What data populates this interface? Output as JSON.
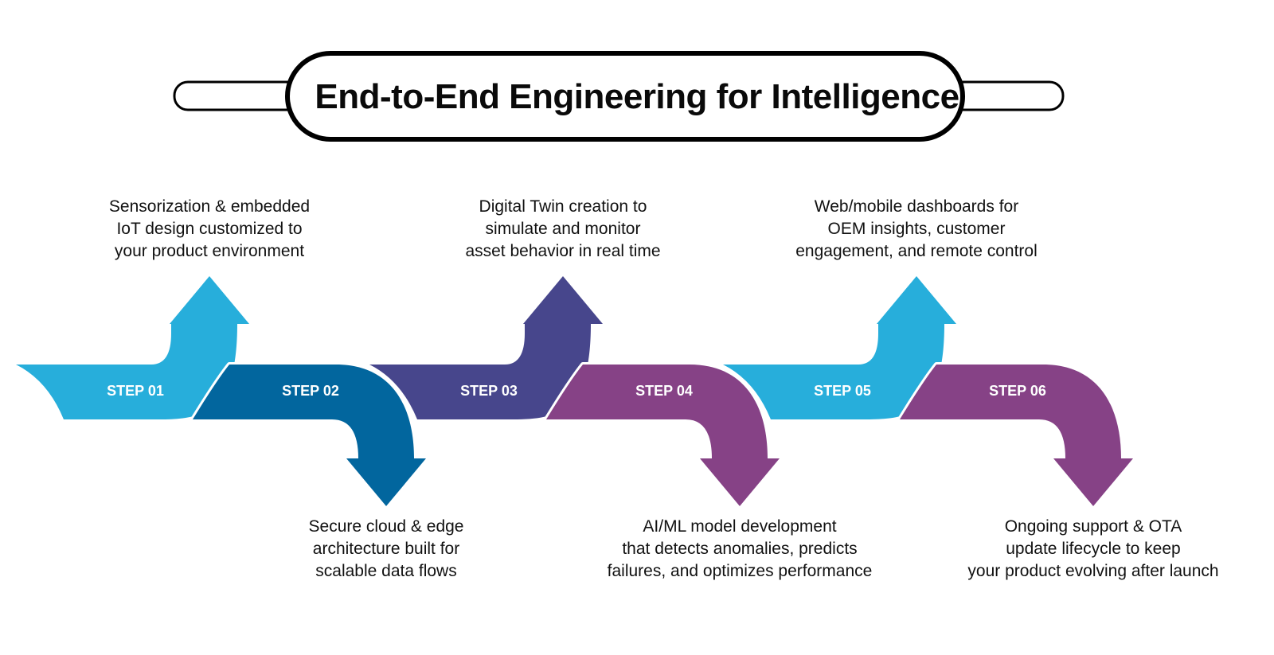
{
  "title": "End-to-End Engineering for Intelligence",
  "colors": {
    "light_blue": "#27AEDB",
    "dark_blue": "#02669E",
    "indigo": "#47468C",
    "purple": "#864286",
    "title_border": "#000000",
    "text": "#111111"
  },
  "steps": [
    {
      "label": "STEP 01",
      "direction": "up",
      "color": "#27AEDB",
      "description": [
        "Sensorization & embedded",
        "IoT design customized to",
        "your product environment"
      ]
    },
    {
      "label": "STEP 02",
      "direction": "down",
      "color": "#02669E",
      "description": [
        "Secure cloud & edge",
        "architecture built for",
        "scalable data flows"
      ]
    },
    {
      "label": "STEP 03",
      "direction": "up",
      "color": "#47468C",
      "description": [
        "Digital Twin creation to",
        "simulate and monitor",
        "asset behavior in real time"
      ]
    },
    {
      "label": "STEP 04",
      "direction": "down",
      "color": "#864286",
      "description": [
        "AI/ML model development",
        "that detects anomalies, predicts",
        "failures, and optimizes performance"
      ]
    },
    {
      "label": "STEP 05",
      "direction": "up",
      "color": "#27AEDB",
      "description": [
        "Web/mobile dashboards for",
        "OEM insights, customer",
        "engagement, and remote control"
      ]
    },
    {
      "label": "STEP 06",
      "direction": "down",
      "color": "#864286",
      "description": [
        "Ongoing support & OTA",
        "update lifecycle to keep",
        "your product evolving after launch"
      ]
    }
  ]
}
